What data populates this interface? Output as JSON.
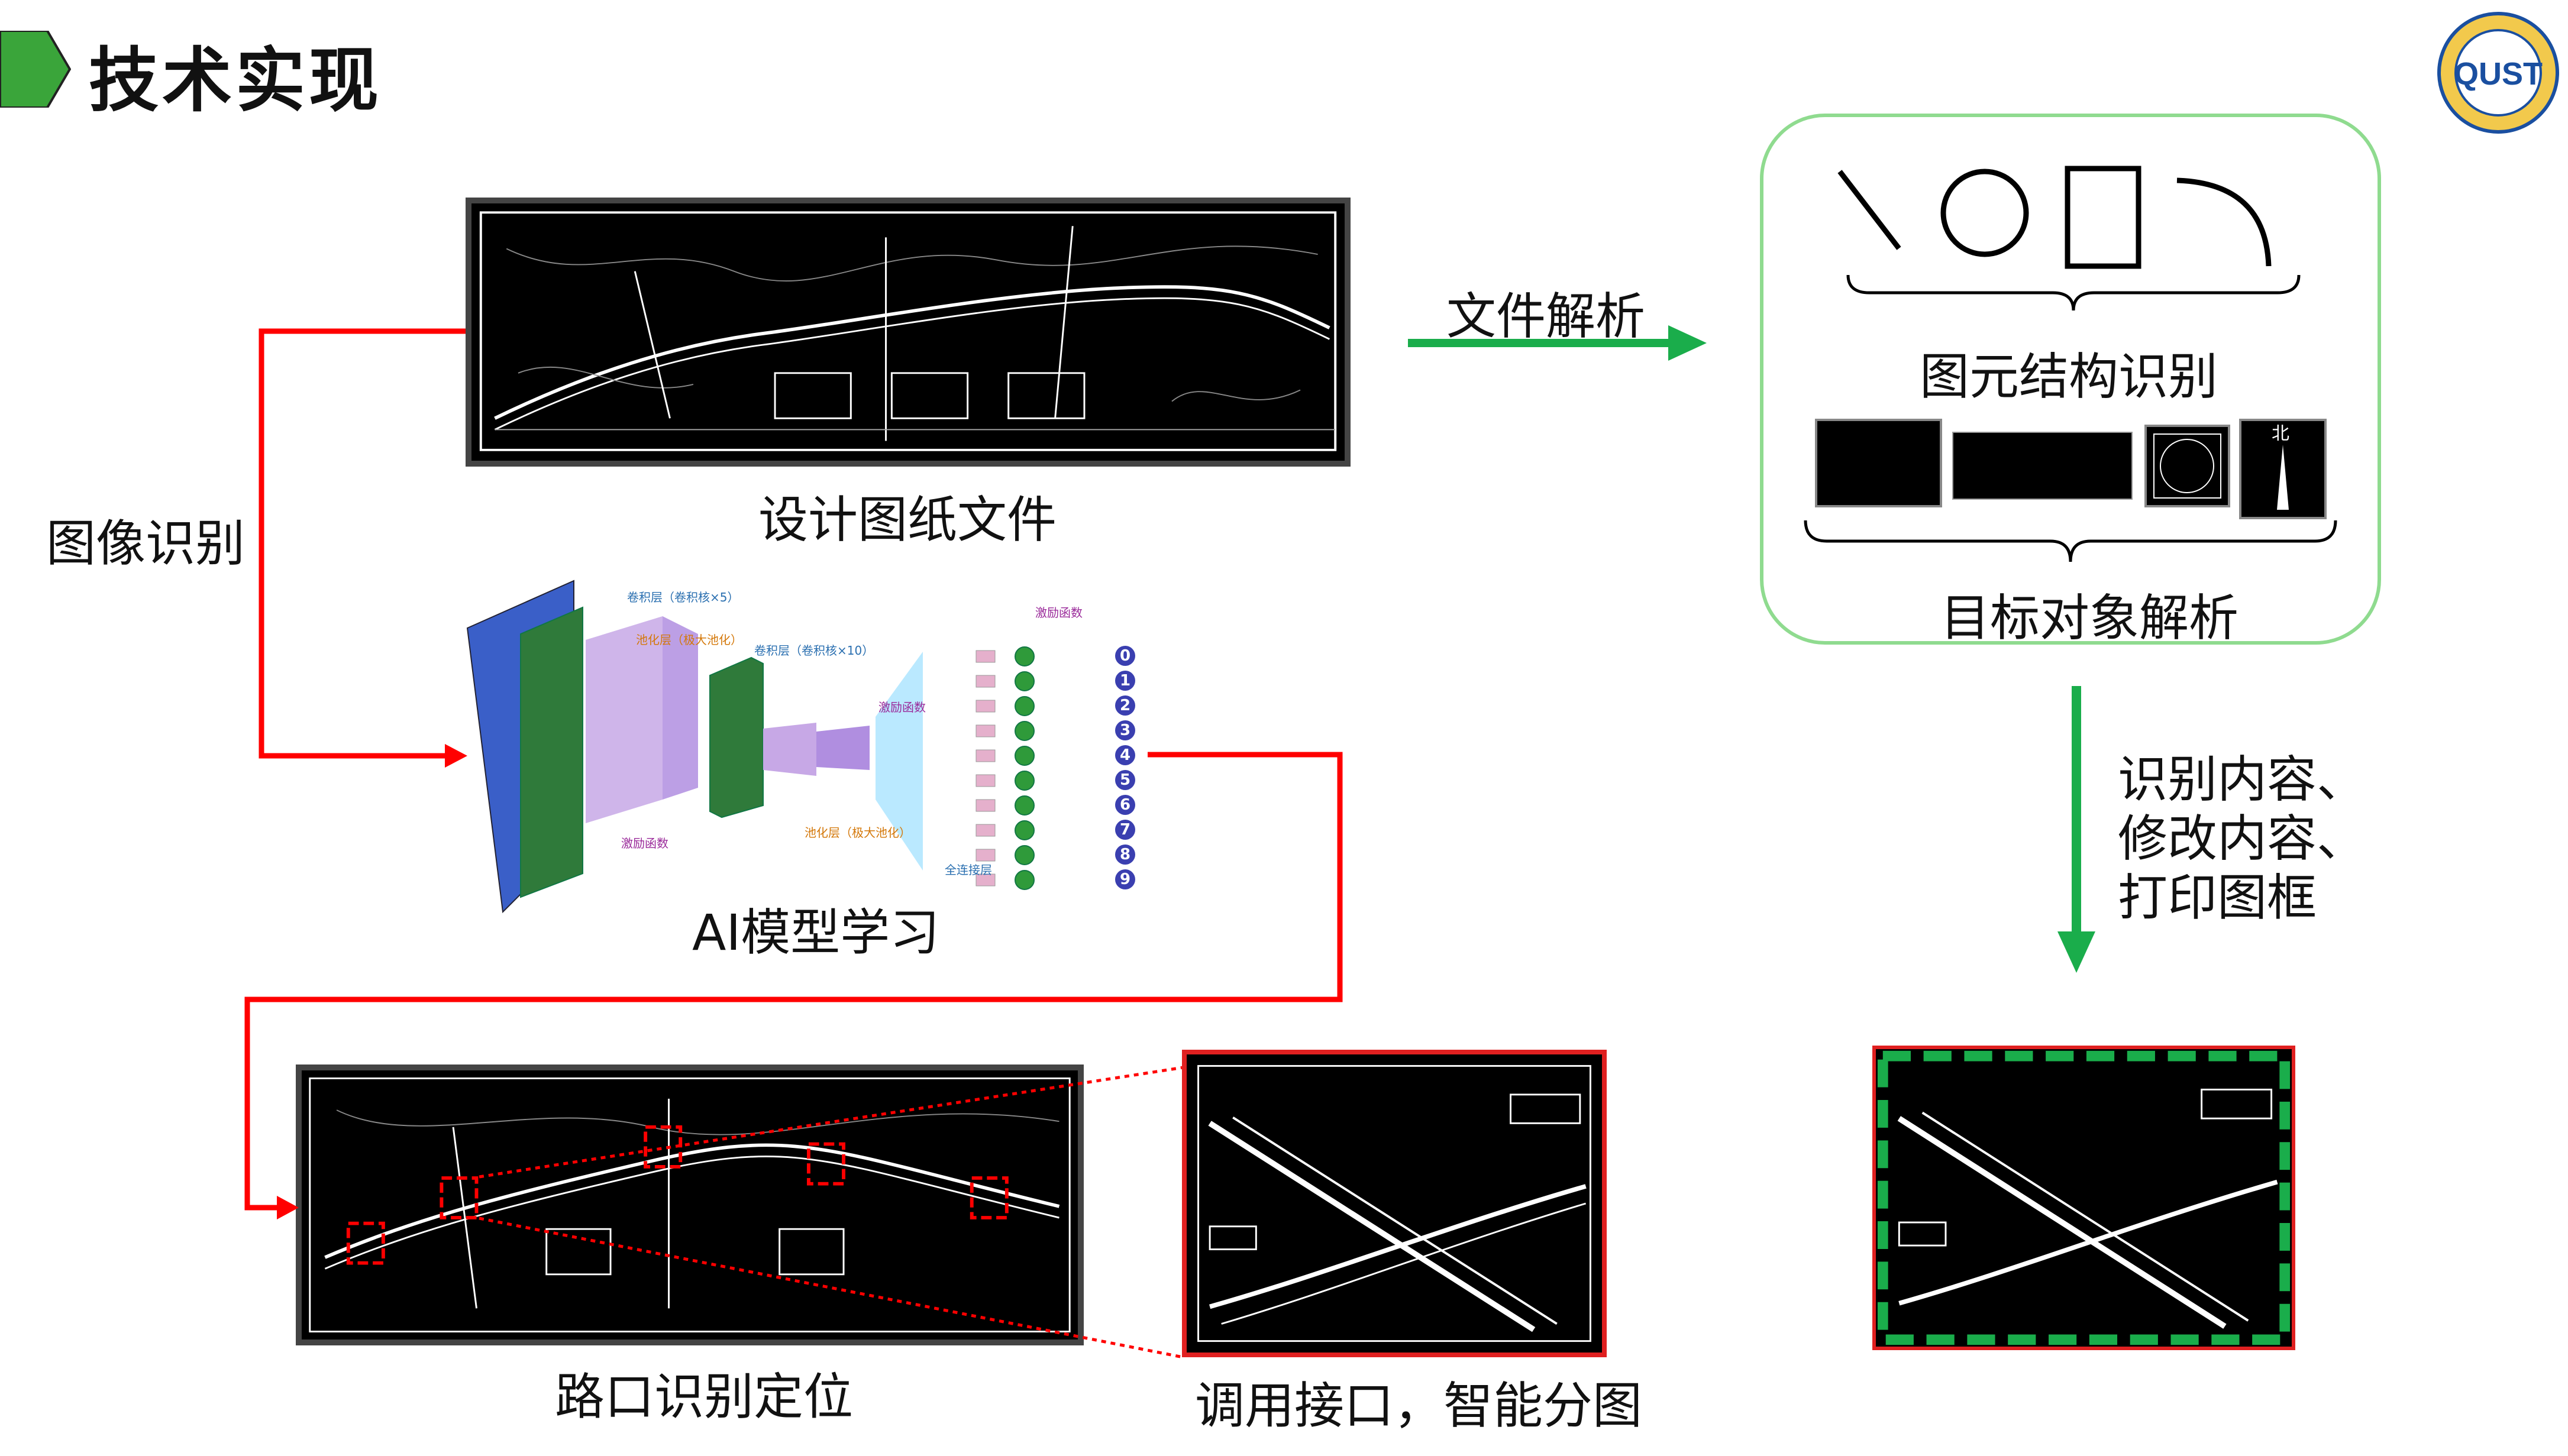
{
  "header": {
    "title": "技术实现"
  },
  "labels": {
    "design_file": "设计图纸文件",
    "image_recognition": "图像识别",
    "ai_model": "AI模型学习",
    "intersection": "路口识别定位",
    "api_split": "调用接口，智能分图",
    "file_parse": "文件解析",
    "primitive_struct": "图元结构识别",
    "target_parse": "目标对象解析",
    "modify_lines": [
      "识别内容、",
      "修改内容、",
      "打印图框"
    ]
  },
  "cnn": {
    "conv1": "卷积层（卷积核×5）",
    "pool1": "池化层（极大池化）",
    "conv2": "卷积层（卷积核×10）",
    "act_top": "激励函数",
    "act_mid": "激励函数",
    "act_bottom": "激励函数",
    "pool2": "池化层（极大池化）",
    "fc": "全连接层",
    "digits": [
      "0",
      "1",
      "2",
      "3",
      "4",
      "5",
      "6",
      "7",
      "8",
      "9"
    ]
  },
  "north_label": "北",
  "colors": {
    "red": "#ff0000",
    "green": "#1aad4b",
    "panel_border": "#8fdb8f",
    "title_marker": "#3aa53a"
  }
}
